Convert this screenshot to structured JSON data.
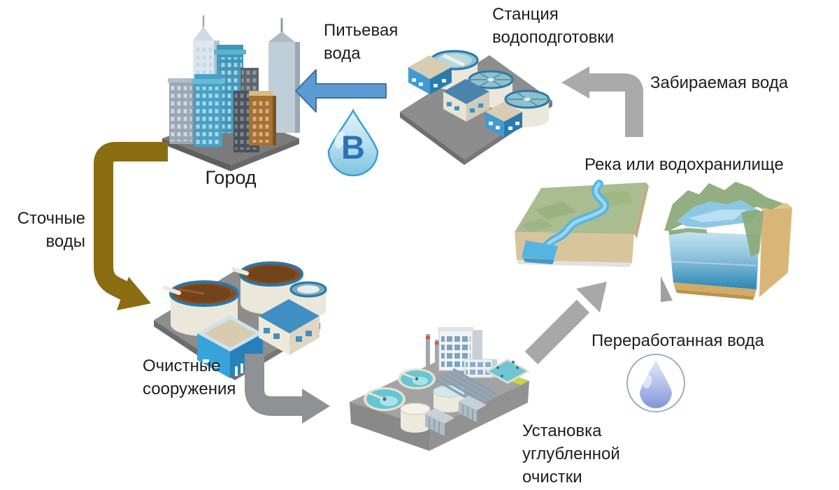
{
  "labels": {
    "drinking_water": "Питьевая вода",
    "treatment_station": "Станция водоподготовки",
    "intake_water": "Забираемая вода",
    "city": "Город",
    "river_or_reservoir": "Река или водохранилище",
    "wastewater": "Сточные воды",
    "sewage_plant": "Очистные сооружения",
    "recycled_water": "Переработанная вода",
    "advanced_plant": "Установка углубленной очистки",
    "drop_letter": "В"
  },
  "colors": {
    "background": "#ffffff",
    "text": "#1d1d1d",
    "arrow_drinking_water": "#5b9bd5",
    "arrow_drinking_water_border": "#41719c",
    "arrow_wastewater": "#8a6d10",
    "arrow_neutral_gray": "#a9a9a9",
    "drop_fill": "#a8d8ee",
    "drop_border": "#3ba0cc",
    "drop_letter_color": "#2b72b4",
    "recycled_drop_fill": "#93a7dd"
  },
  "icons": {
    "drinking_water_drop": "water-drop with letter В",
    "recycled_water_drop": "water-drop in circle"
  }
}
